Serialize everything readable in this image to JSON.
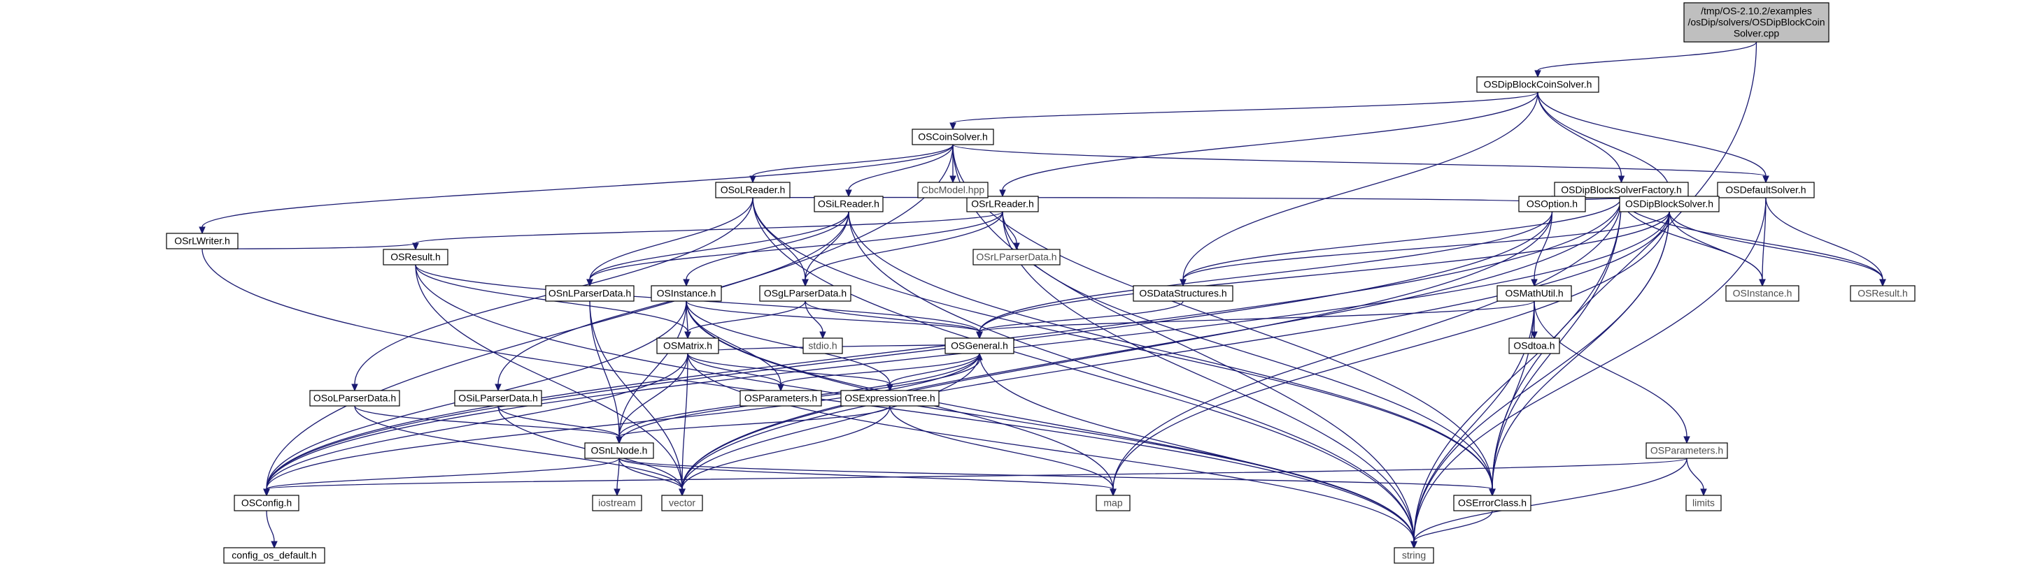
{
  "graph": {
    "background": "#ffffff",
    "edge_color": "#191970",
    "root_fill": "#bfbfbf",
    "node_fill": "#ffffff",
    "system_border": "#bfbfbf",
    "nodes": [
      {
        "id": "root",
        "lines": [
          "/tmp/OS-2.10.2/examples",
          "/osDip/solvers/OSDipBlockCoin",
          "Solver.cpp"
        ],
        "kind": "root"
      },
      {
        "id": "OSDipBlockCoinSolver.h",
        "lines": [
          "OSDipBlockCoinSolver.h"
        ],
        "kind": "local"
      },
      {
        "id": "OSCoinSolver.h",
        "lines": [
          "OSCoinSolver.h"
        ],
        "kind": "local"
      },
      {
        "id": "OSoLReader.h",
        "lines": [
          "OSoLReader.h"
        ],
        "kind": "local"
      },
      {
        "id": "OSiLReader.h",
        "lines": [
          "OSiLReader.h"
        ],
        "kind": "local"
      },
      {
        "id": "OSrLReader.h",
        "lines": [
          "OSrLReader.h"
        ],
        "kind": "local"
      },
      {
        "id": "OSrLWriter.h",
        "lines": [
          "OSrLWriter.h"
        ],
        "kind": "local"
      },
      {
        "id": "OSDipBlockSolverFactory.h",
        "lines": [
          "OSDipBlockSolverFactory.h"
        ],
        "kind": "local"
      },
      {
        "id": "OSDefaultSolver.h",
        "lines": [
          "OSDefaultSolver.h"
        ],
        "kind": "local"
      },
      {
        "id": "OSOption.h",
        "lines": [
          "OSOption.h"
        ],
        "kind": "local"
      },
      {
        "id": "OSDipBlockSolver.h",
        "lines": [
          "OSDipBlockSolver.h"
        ],
        "kind": "local"
      },
      {
        "id": "OSResult.h",
        "lines": [
          "OSResult.h"
        ],
        "kind": "local"
      },
      {
        "id": "OSnLParserData.h",
        "lines": [
          "OSnLParserData.h"
        ],
        "kind": "local"
      },
      {
        "id": "OSInstance.h",
        "lines": [
          "OSInstance.h"
        ],
        "kind": "local"
      },
      {
        "id": "OSgLParserData.h",
        "lines": [
          "OSgLParserData.h"
        ],
        "kind": "local"
      },
      {
        "id": "OSDataStructures.h",
        "lines": [
          "OSDataStructures.h"
        ],
        "kind": "local"
      },
      {
        "id": "OSMathUtil.h",
        "lines": [
          "OSMathUtil.h"
        ],
        "kind": "local"
      },
      {
        "id": "OSMatrix.h",
        "lines": [
          "OSMatrix.h"
        ],
        "kind": "local"
      },
      {
        "id": "OSGeneral.h",
        "lines": [
          "OSGeneral.h"
        ],
        "kind": "local"
      },
      {
        "id": "OSdtoa.h",
        "lines": [
          "OSdtoa.h"
        ],
        "kind": "local"
      },
      {
        "id": "OSoLParserData.h",
        "lines": [
          "OSoLParserData.h"
        ],
        "kind": "local"
      },
      {
        "id": "OSiLParserData.h",
        "lines": [
          "OSiLParserData.h"
        ],
        "kind": "local"
      },
      {
        "id": "OSExpressionTree.h",
        "lines": [
          "OSExpressionTree.h"
        ],
        "kind": "local"
      },
      {
        "id": "OSParameters.h",
        "lines": [
          "OSParameters.h"
        ],
        "kind": "local"
      },
      {
        "id": "OSnLNode.h",
        "lines": [
          "OSnLNode.h"
        ],
        "kind": "local"
      },
      {
        "id": "OSConfig.h",
        "lines": [
          "OSConfig.h"
        ],
        "kind": "local"
      },
      {
        "id": "OSErrorClass.h",
        "lines": [
          "OSErrorClass.h"
        ],
        "kind": "local"
      },
      {
        "id": "config_os_default.h",
        "lines": [
          "config_os_default.h"
        ],
        "kind": "local"
      },
      {
        "id": "CbcModel.hpp",
        "lines": [
          "CbcModel.hpp"
        ],
        "kind": "system"
      },
      {
        "id": "OSrLParserData.h",
        "lines": [
          "OSrLParserData.h"
        ],
        "kind": "system"
      },
      {
        "id": "stdio.h",
        "lines": [
          "stdio.h"
        ],
        "kind": "system"
      },
      {
        "id": "OSInstance.h (sys)",
        "lines": [
          "OSInstance.h"
        ],
        "kind": "system"
      },
      {
        "id": "OSResult.h (sys)",
        "lines": [
          "OSResult.h"
        ],
        "kind": "system"
      },
      {
        "id": "OSParameters.h (sys)",
        "lines": [
          "OSParameters.h"
        ],
        "kind": "system"
      },
      {
        "id": "iostream",
        "lines": [
          "iostream"
        ],
        "kind": "system"
      },
      {
        "id": "vector",
        "lines": [
          "vector"
        ],
        "kind": "system"
      },
      {
        "id": "map",
        "lines": [
          "map"
        ],
        "kind": "system"
      },
      {
        "id": "limits",
        "lines": [
          "limits"
        ],
        "kind": "system"
      },
      {
        "id": "string",
        "lines": [
          "string"
        ],
        "kind": "system"
      }
    ]
  }
}
